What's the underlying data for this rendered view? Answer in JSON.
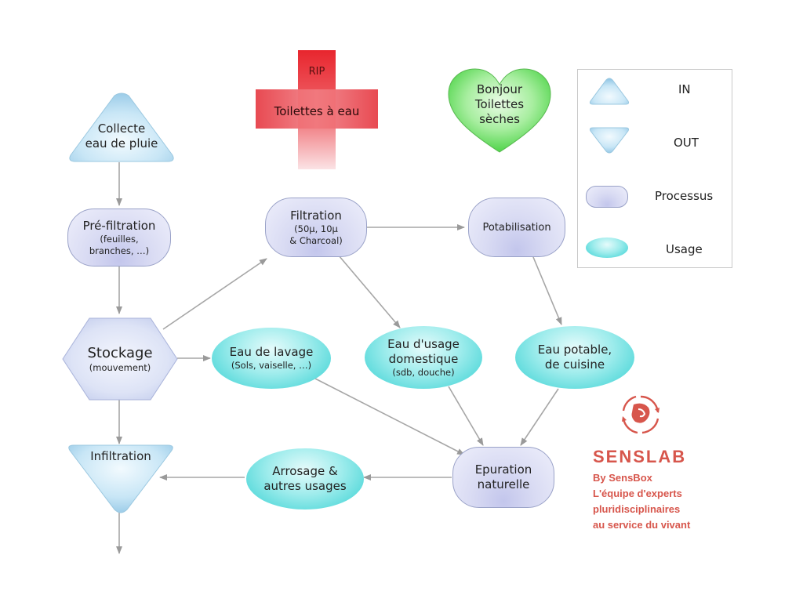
{
  "nodes": {
    "collecte": {
      "line1": "Collecte",
      "line2": "eau de pluie"
    },
    "prefiltration": {
      "title": "Pré-filtration",
      "sub1": "(feuilles,",
      "sub2": "branches, …)"
    },
    "filtration": {
      "title": "Filtration",
      "sub1": "(50µ, 10µ",
      "sub2": "& Charcoal)"
    },
    "potabilisation": {
      "title": "Potabilisation"
    },
    "stockage": {
      "title": "Stockage",
      "sub": "(mouvement)"
    },
    "eau_lavage": {
      "title": "Eau de lavage",
      "sub": "(Sols, vaiselle, …)"
    },
    "eau_domestique": {
      "line1": "Eau d'usage",
      "line2": "domestique",
      "sub": "(sdb, douche)"
    },
    "eau_potable": {
      "line1": "Eau potable,",
      "line2": "de cuisine"
    },
    "infiltration": {
      "title": "Infiltration"
    },
    "arrosage": {
      "line1": "Arrosage &",
      "line2": "autres usages"
    },
    "epuration": {
      "line1": "Epuration",
      "line2": "naturelle"
    }
  },
  "rip": {
    "line1": "RIP",
    "line2": "Toilettes à eau",
    "color": "#e8303a"
  },
  "heart": {
    "line1": "Bonjour",
    "line2": "Toilettes",
    "line3": "sèches",
    "color": "#4fd34a"
  },
  "legend": {
    "in": "IN",
    "out": "OUT",
    "processus": "Processus",
    "usage": "Usage"
  },
  "brand": {
    "name": "SENSLAB",
    "line1": "By SensBox",
    "line2": "L'équipe d'experts",
    "line3": "pluridisciplinaires",
    "line4": "au service du vivant",
    "color": "#d7564c"
  }
}
